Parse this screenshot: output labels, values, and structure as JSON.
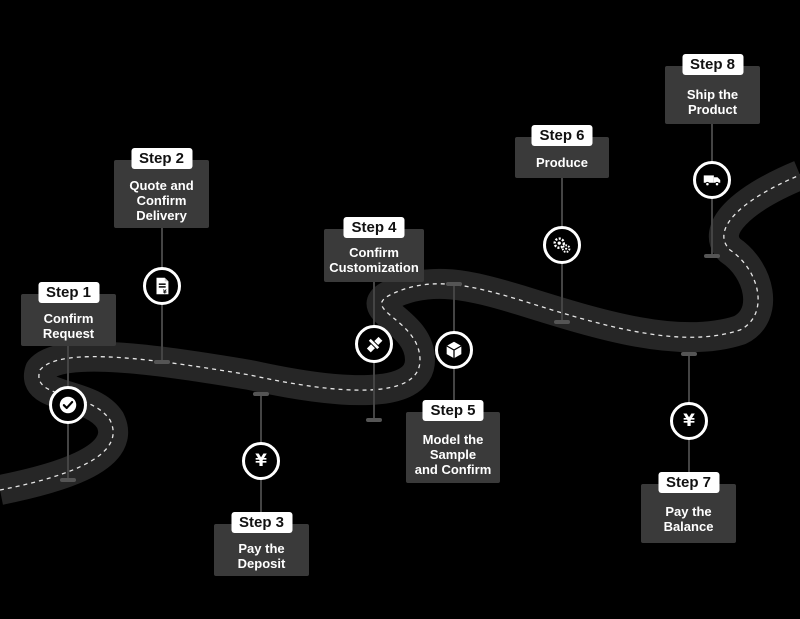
{
  "colors": {
    "background": "#000000",
    "road": "#262626",
    "dash": "#e6e6e6",
    "card": "#3a3a3a",
    "badge": "#ffffff",
    "badge_text": "#111111",
    "stem": "#444444",
    "icon_ring": "#ffffff"
  },
  "steps": [
    {
      "badge": "Step 1",
      "label": "Confirm\nRequest",
      "icon": "check-icon"
    },
    {
      "badge": "Step 2",
      "label": "Quote and\nConfirm\nDelivery",
      "icon": "invoice-icon"
    },
    {
      "badge": "Step 3",
      "label": "Pay the\nDeposit",
      "icon": "yen-icon",
      "symbol": "¥"
    },
    {
      "badge": "Step 4",
      "label": "Confirm\nCustomization",
      "icon": "pencil-ruler-icon"
    },
    {
      "badge": "Step 5",
      "label": "Model the\nSample\nand Confirm",
      "icon": "box-icon"
    },
    {
      "badge": "Step 6",
      "label": "Produce",
      "icon": "gears-icon"
    },
    {
      "badge": "Step 7",
      "label": "Pay the\nBalance",
      "icon": "yen-icon",
      "symbol": "¥"
    },
    {
      "badge": "Step 8",
      "label": "Ship the\nProduct",
      "icon": "truck-icon"
    }
  ]
}
